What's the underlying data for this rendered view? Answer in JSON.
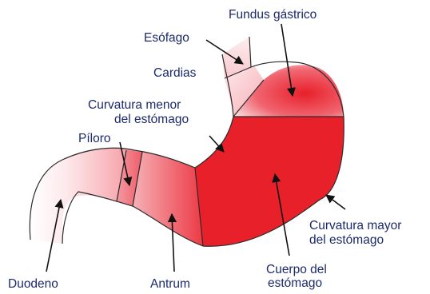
{
  "colors": {
    "label_text": "#1c2a6b",
    "outline": "#2a2a2a",
    "stomach_red": "#e8202a",
    "light_pink": "#fbe2e4",
    "background": "#ffffff"
  },
  "labels": {
    "fundus": "Fundus gástrico",
    "esofago": "Esófago",
    "cardias": "Cardias",
    "curvatura_menor_1": "Curvatura menor",
    "curvatura_menor_2": "del estómago",
    "piloro": "Píloro",
    "curvatura_mayor_1": "Curvatura mayor",
    "curvatura_mayor_2": "del estómago",
    "cuerpo_1": "Cuerpo del",
    "cuerpo_2": "estómago",
    "duodeno": "Duodeno",
    "antrum": "Antrum"
  }
}
